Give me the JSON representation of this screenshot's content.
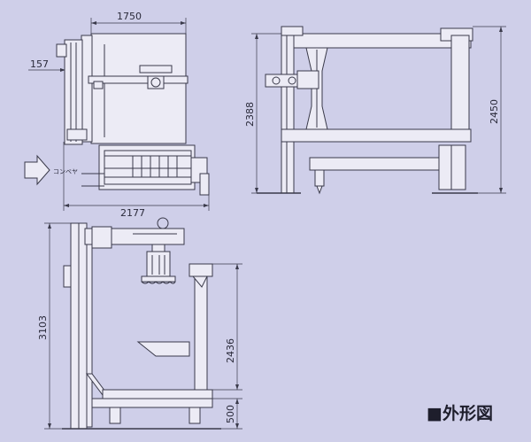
{
  "title": "■外形図",
  "top_view": {
    "dim_width": "1750",
    "dim_offset": "157",
    "dim_total": "2177",
    "inlet_label": "コンベヤ"
  },
  "side_view": {
    "dim_height": "2388",
    "dim_outer": "2450"
  },
  "front_view": {
    "dim_height": "3103",
    "dim_mid": "2436",
    "dim_low": "500"
  }
}
